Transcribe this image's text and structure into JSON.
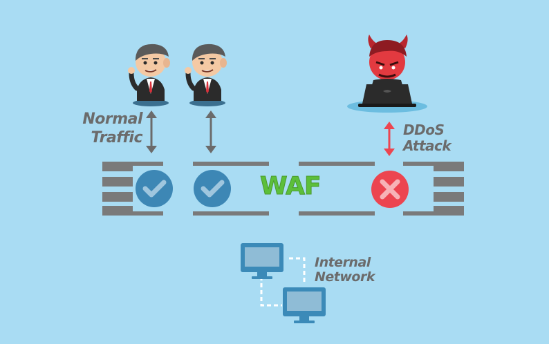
{
  "labels": {
    "normal_line1": "Normal",
    "normal_line2": "Traffic",
    "ddos_line1": "DDoS",
    "ddos_line2": "Attack",
    "waf": "WAF",
    "network_line1": "Internal",
    "network_line2": "Network"
  },
  "colors": {
    "background": "#a9dcf3",
    "allow": "#3d87b5",
    "block": "#ec4550",
    "waf_text": "#5cbf3a",
    "rails": "#7a7a7a",
    "monitor": "#3b8ab8"
  },
  "icons": {
    "allow": "check-icon",
    "block": "x-icon"
  }
}
